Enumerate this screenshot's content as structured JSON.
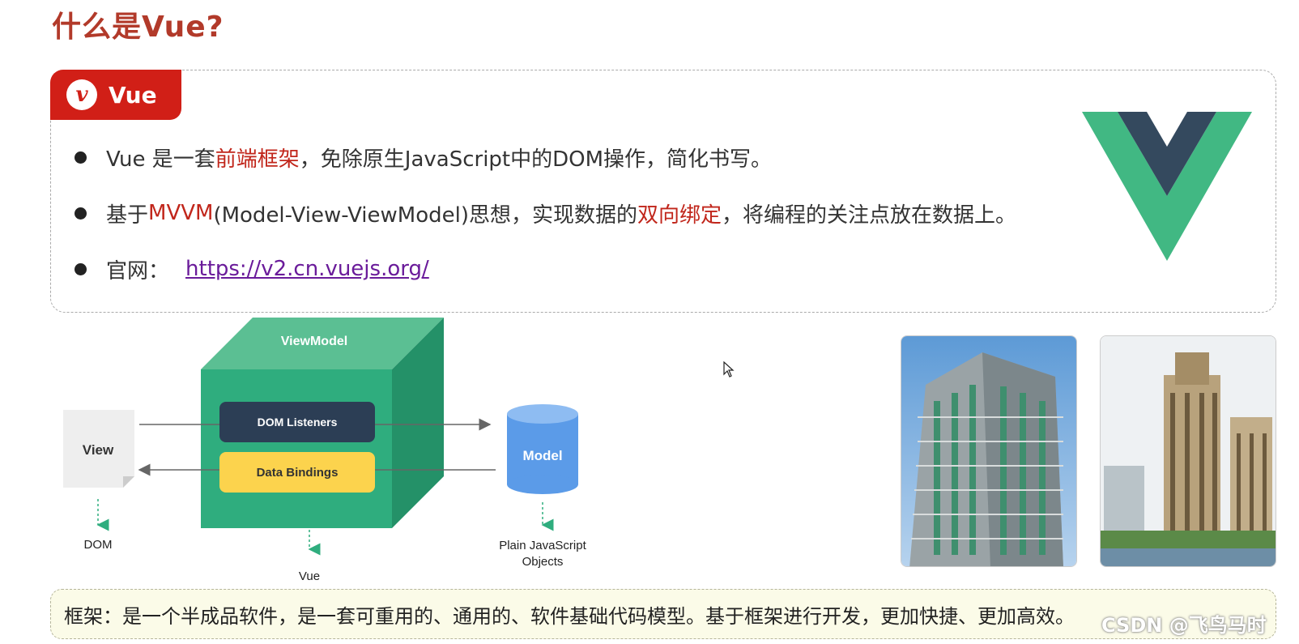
{
  "title": "什么是Vue?",
  "tag": {
    "icon": "v",
    "label": "Vue"
  },
  "bullets": [
    {
      "pre": "Vue 是一套",
      "hl": "前端框架",
      "post": "，免除原生JavaScript中的DOM操作，简化书写。"
    },
    {
      "pre": "基于",
      "hl": "MVVM",
      "mid": "(Model-View-ViewModel)思想，实现数据的",
      "hl2": "双向绑定",
      "post": "，将编程的关注点放在数据上。"
    },
    {
      "pre": "官网：",
      "link": "https://v2.cn.vuejs.org/"
    }
  ],
  "diagram": {
    "viewmodel": "ViewModel",
    "dom_listeners": "DOM Listeners",
    "data_bindings": "Data Bindings",
    "view": "View",
    "model": "Model",
    "dom": "DOM",
    "vue": "Vue",
    "plain_js_1": "Plain JavaScript",
    "plain_js_2": "Objects"
  },
  "note": "框架：是一个半成品软件，是一套可重用的、通用的、软件基础代码模型。基于框架进行开发，更加快捷、更加高效。",
  "watermark": "CSDN @飞鸟马时",
  "colors": {
    "title": "#b23a2a",
    "accent_red": "#d11f17",
    "highlight": "#c1261b",
    "vue_green": "#41b883",
    "vue_dark": "#34495e",
    "cube_green": "#2fad7e",
    "model_blue": "#5b9be8",
    "binding_yellow": "#fcd34d"
  }
}
